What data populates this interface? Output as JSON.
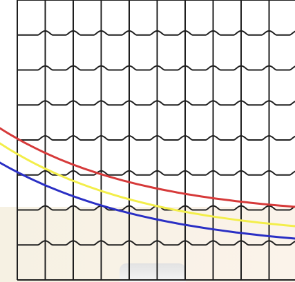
{
  "figure": {
    "kind": "puzzle-grid-with-curves",
    "columns": 10,
    "rows": 8,
    "grid_color": "#1e1e1e",
    "background_upper": "#ffffff",
    "background_lower": [
      "#f6f1e3",
      "#fbf3ea"
    ],
    "curves": [
      {
        "name": "red",
        "color": "#d63a3a"
      },
      {
        "name": "yellow",
        "color": "#f3ee4a"
      },
      {
        "name": "blue",
        "color": "#2a2fc4"
      }
    ]
  }
}
